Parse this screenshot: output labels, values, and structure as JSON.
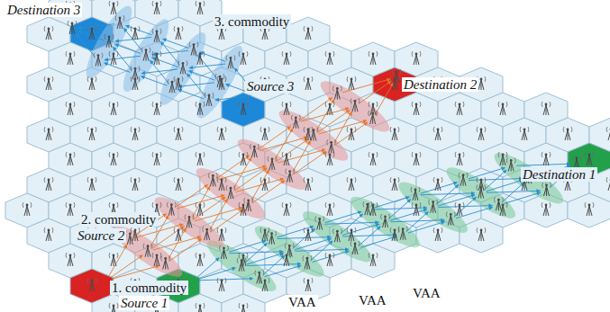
{
  "diagram": {
    "labels": [
      "Destination 3",
      "3. commodity",
      "Source 3",
      "Destination 2",
      "2. commodity",
      "Source 2",
      "Destination 1",
      "1. commodity",
      "Source 1",
      "VAA",
      "VAA",
      "VAA"
    ]
  }
}
